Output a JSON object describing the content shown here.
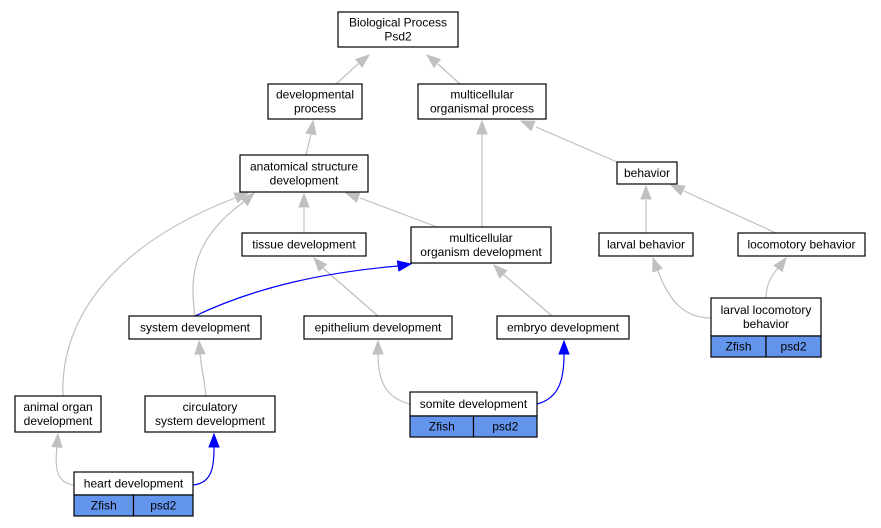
{
  "colors": {
    "edge_default": "#c0c0c0",
    "edge_highlight": "#0000ff",
    "tag_fill": "#6495ed",
    "node_border": "#000000",
    "background": "#ffffff"
  },
  "nodes": [
    {
      "id": "bp",
      "lines": [
        "Biological Process",
        "Psd2"
      ]
    },
    {
      "id": "devproc",
      "lines": [
        "developmental",
        "process"
      ]
    },
    {
      "id": "mcproc",
      "lines": [
        "multicellular",
        "organismal process"
      ]
    },
    {
      "id": "asd",
      "lines": [
        "anatomical structure",
        "development"
      ]
    },
    {
      "id": "behavior",
      "lines": [
        "behavior"
      ]
    },
    {
      "id": "tissue",
      "lines": [
        "tissue development"
      ]
    },
    {
      "id": "mcod",
      "lines": [
        "multicellular",
        "organism development"
      ]
    },
    {
      "id": "larval",
      "lines": [
        "larval behavior"
      ]
    },
    {
      "id": "loco",
      "lines": [
        "locomotory behavior"
      ]
    },
    {
      "id": "system",
      "lines": [
        "system development"
      ]
    },
    {
      "id": "epi",
      "lines": [
        "epithelium development"
      ]
    },
    {
      "id": "embryo",
      "lines": [
        "embryo development"
      ]
    },
    {
      "id": "llb",
      "lines": [
        "larval locomotory",
        "behavior"
      ],
      "tags": [
        "Zfish",
        "psd2"
      ]
    },
    {
      "id": "animal",
      "lines": [
        "animal organ",
        "development"
      ]
    },
    {
      "id": "circ",
      "lines": [
        "circulatory",
        "system development"
      ]
    },
    {
      "id": "somite",
      "lines": [
        "somite development"
      ],
      "tags": [
        "Zfish",
        "psd2"
      ]
    },
    {
      "id": "heart",
      "lines": [
        "heart development"
      ],
      "tags": [
        "Zfish",
        "psd2"
      ]
    }
  ],
  "edges": [
    {
      "from": "devproc",
      "to": "bp",
      "highlight": false
    },
    {
      "from": "mcproc",
      "to": "bp",
      "highlight": false
    },
    {
      "from": "asd",
      "to": "devproc",
      "highlight": false
    },
    {
      "from": "mcod",
      "to": "mcproc",
      "highlight": false
    },
    {
      "from": "behavior",
      "to": "mcproc",
      "highlight": false
    },
    {
      "from": "tissue",
      "to": "asd",
      "highlight": false
    },
    {
      "from": "mcod",
      "to": "asd",
      "highlight": false
    },
    {
      "from": "system",
      "to": "asd",
      "highlight": false
    },
    {
      "from": "animal",
      "to": "asd",
      "highlight": false
    },
    {
      "from": "larval",
      "to": "behavior",
      "highlight": false
    },
    {
      "from": "loco",
      "to": "behavior",
      "highlight": false
    },
    {
      "from": "epi",
      "to": "tissue",
      "highlight": false
    },
    {
      "from": "embryo",
      "to": "mcod",
      "highlight": false
    },
    {
      "from": "system",
      "to": "mcod",
      "highlight": true
    },
    {
      "from": "circ",
      "to": "system",
      "highlight": false
    },
    {
      "from": "somite",
      "to": "epi",
      "highlight": false
    },
    {
      "from": "somite",
      "to": "embryo",
      "highlight": true
    },
    {
      "from": "llb",
      "to": "larval",
      "highlight": false
    },
    {
      "from": "llb",
      "to": "loco",
      "highlight": false
    },
    {
      "from": "heart",
      "to": "animal",
      "highlight": false
    },
    {
      "from": "heart",
      "to": "circ",
      "highlight": true
    }
  ]
}
